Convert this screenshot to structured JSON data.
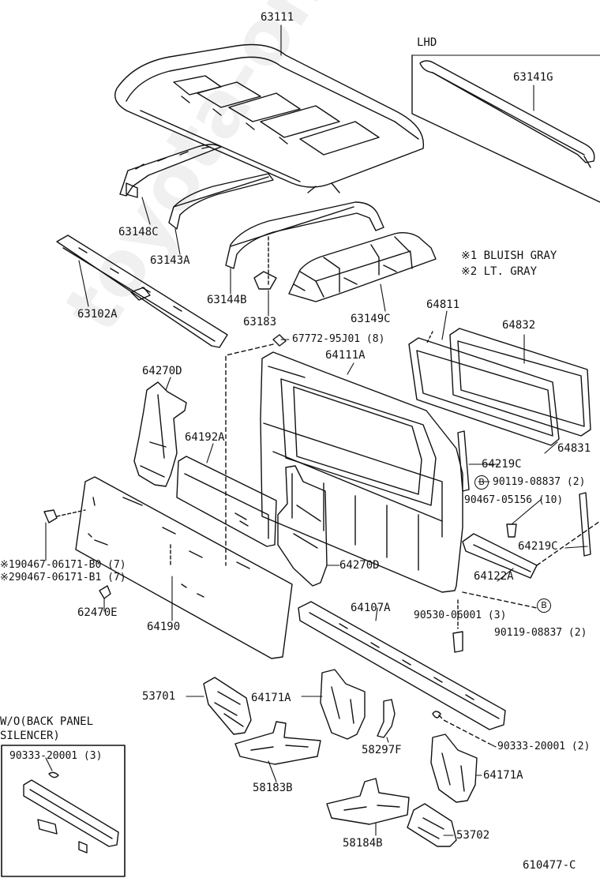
{
  "watermark": "toyota-online.ru",
  "sections": {
    "lhd_title": "LHD",
    "wo_title_line1": "W/O(BACK PANEL",
    "wo_title_line2": "SILENCER)"
  },
  "color_legend": {
    "line1": "※1 BLUISH GRAY",
    "line2": "※2  LT. GRAY"
  },
  "parts": {
    "p63111": "63111",
    "p63141G": "63141G",
    "p63148C": "63148C",
    "p63143A": "63143A",
    "p63144B": "63144B",
    "p63183": "63183",
    "p63149C": "63149C",
    "p63102A": "63102A",
    "p67772": "67772-95J01 (8)",
    "p64811": "64811",
    "p64832": "64832",
    "p64111A": "64111A",
    "p64270D_top": "64270D",
    "p64192A": "64192A",
    "p64219C_a": "64219C",
    "p64831": "64831",
    "p90119_a": "90119-08837 (2)",
    "p90467_05156": "90467-05156 (10)",
    "p64219C_b": "64219C",
    "p90467_b0": "※190467-06171-B0 (7)",
    "p90467_b1": "※290467-06171-B1 (7)",
    "p64270D_bot": "64270D",
    "p64122A": "64122A",
    "p62470E": "62470E",
    "p64190": "64190",
    "p64107A": "64107A",
    "p90530": "90530-06001 (3)",
    "p90119_b": "90119-08837 (2)",
    "p53701": "53701",
    "p64171A_a": "64171A",
    "p58297F": "58297F",
    "p90333_a": "90333-20001 (2)",
    "p90333_b": "90333-20001 (3)",
    "p58183B": "58183B",
    "p64171A_b": "64171A",
    "p58184B": "58184B",
    "p53702": "53702",
    "diagram_id": "610477-C"
  },
  "callout_letter": "B"
}
